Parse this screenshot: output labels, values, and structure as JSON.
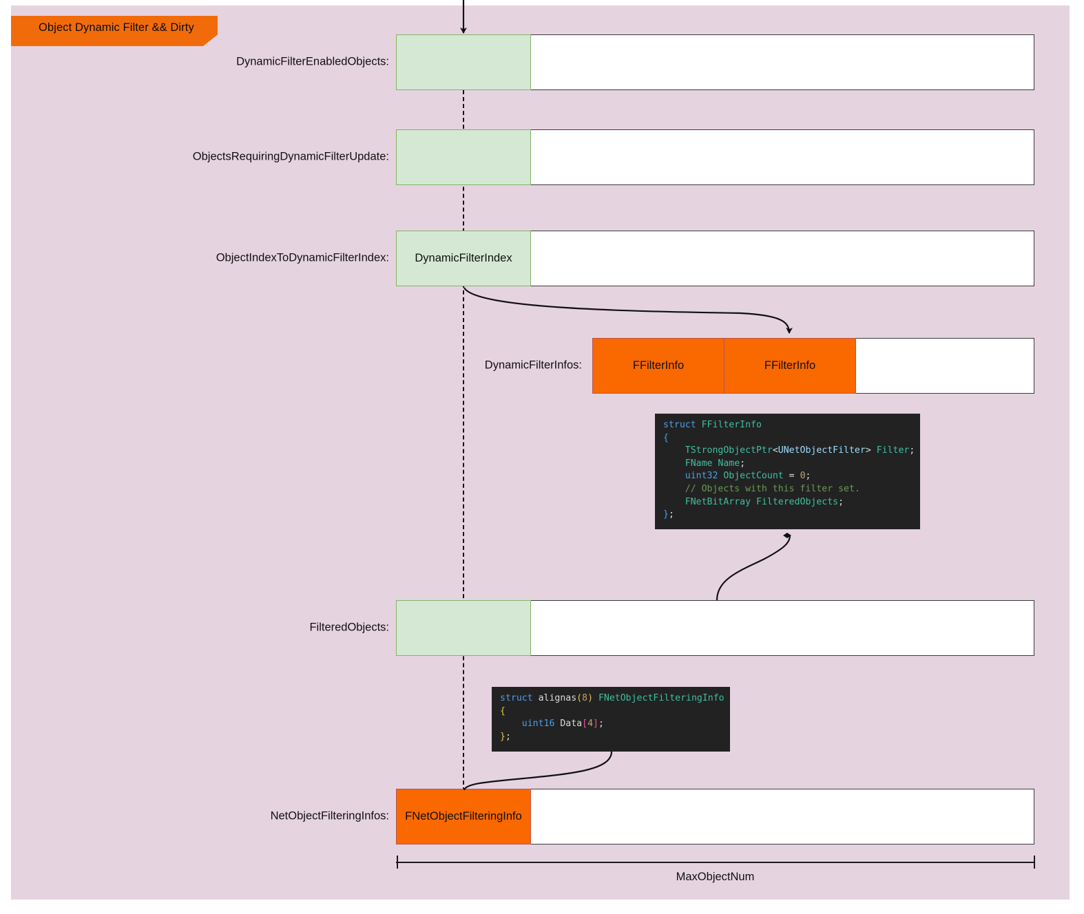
{
  "diagram": {
    "title": "Object Dynamic Filter && Dirty",
    "background_color": "#e6d3e0",
    "accent_color": "#fa6800",
    "green_fill": "#d5e8d4",
    "green_stroke": "#82b366",
    "dimension_label": "MaxObjectNum",
    "rows": [
      {
        "label": "DynamicFilterEnabledObjects:",
        "cell_text": "",
        "cell_style": "green",
        "cells": 1
      },
      {
        "label": "ObjectsRequiringDynamicFilterUpdate:",
        "cell_text": "",
        "cell_style": "green",
        "cells": 1
      },
      {
        "label": "ObjectIndexToDynamicFilterIndex:",
        "cell_text": "DynamicFilterIndex",
        "cell_style": "green",
        "cells": 1
      },
      {
        "label": "DynamicFilterInfos:",
        "cell_text": "FFilterInfo",
        "cell_text_2": "FFilterInfo",
        "cell_style": "orange",
        "cells": 2
      },
      {
        "label": "FilteredObjects:",
        "cell_text": "",
        "cell_style": "green",
        "cells": 1
      },
      {
        "label": "NetObjectFilteringInfos:",
        "cell_text": "FNetObjectFilteringInfo",
        "cell_style": "orange",
        "cells": 1
      }
    ],
    "code_blocks": [
      {
        "name": "ffilterinfo-struct",
        "lines": [
          "struct FFilterInfo",
          "{",
          "    TStrongObjectPtr<UNetObjectFilter> Filter;",
          "    FName Name;",
          "    uint32 ObjectCount = 0;",
          "    // Objects with this filter set.",
          "    FNetBitArray FilteredObjects;",
          "};"
        ]
      },
      {
        "name": "fnetobjectfilteringinfo-struct",
        "lines": [
          "struct alignas(8) FNetObjectFilteringInfo",
          "{",
          "    uint16 Data[4];",
          "};"
        ]
      }
    ]
  }
}
